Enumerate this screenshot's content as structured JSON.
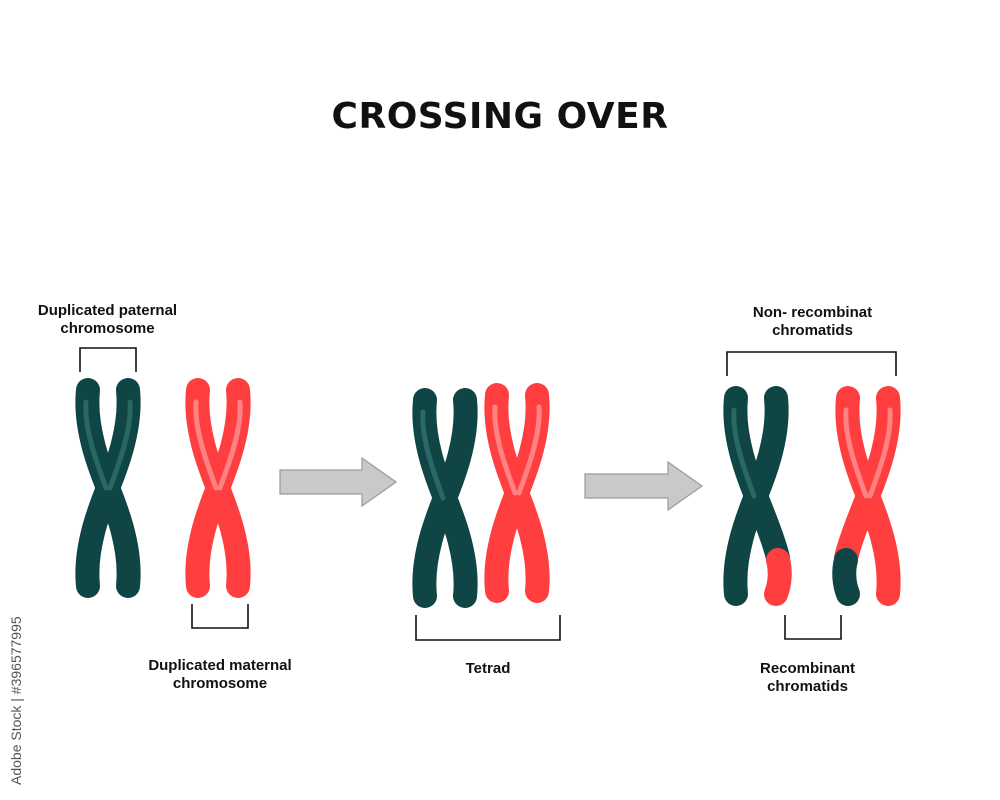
{
  "title": "CROSSING OVER",
  "labels": {
    "paternal": "Duplicated paternal chromosome",
    "maternal": "Duplicated maternal chromosome",
    "tetrad": "Tetrad",
    "non_recombinant": "Non- recombinat chromatids",
    "recombinant": "Recombinant chromatids"
  },
  "watermark": "Adobe Stock | #396577995",
  "colors": {
    "paternal": "#0f4545",
    "paternal_highlight": "#2b6b68",
    "maternal": "#ff3f3f",
    "maternal_highlight": "#ff8a8a",
    "arrow": "#c9c9c9"
  }
}
